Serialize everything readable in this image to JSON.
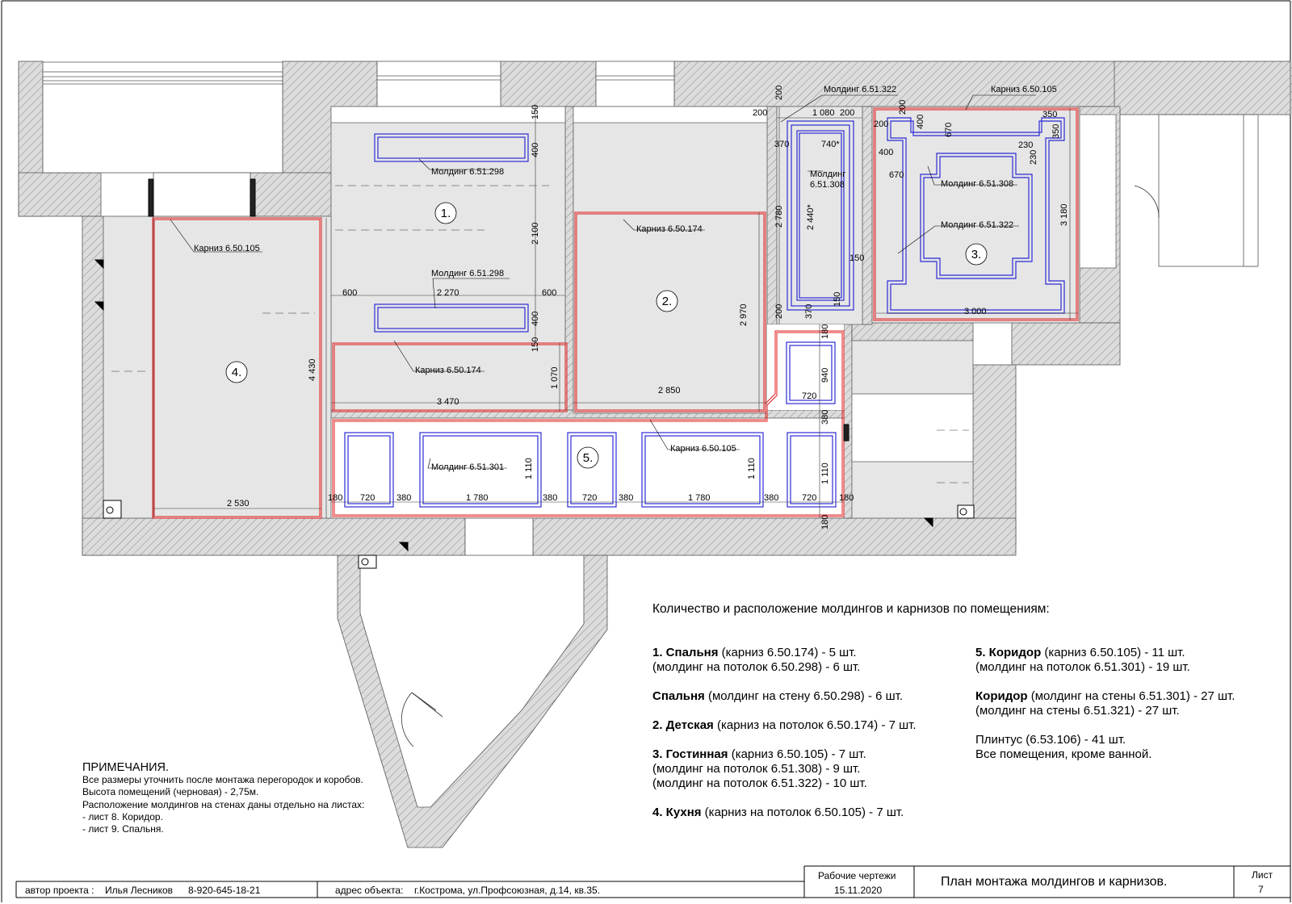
{
  "rooms": [
    {
      "number": "1."
    },
    {
      "number": "2."
    },
    {
      "number": "3."
    },
    {
      "number": "4."
    },
    {
      "number": "5."
    }
  ],
  "profile_labels": {
    "b_top": "Молдинг 6.51.298",
    "b_mid": "Молдинг 6.51.298",
    "b_karniz": "Карниз 6.50.174",
    "d_karniz": "Карниз 6.50.174",
    "k_karniz": "Карниз 6.50.105",
    "c_mold": "Молдинг 6.51.301",
    "c_karniz": "Карниз 6.50.105",
    "bath_top": "Молдинг 6.51.322",
    "bath_mold_1": "Молдинг",
    "bath_mold_2": "6.51.308",
    "l_karniz": "Карниз 6.50.105",
    "l_308": "Молдинг 6.51.308",
    "l_322": "Молдинг 6.51.322"
  },
  "dimensions": {
    "b_150_top": "150",
    "b_400_top": "400",
    "b_2100": "2 100",
    "b_600_l": "600",
    "b_2270": "2 270",
    "b_600_r": "600",
    "b_400_bot": "400",
    "b_150_bot": "150",
    "b_1070": "1 070",
    "b_3470": "3 470",
    "d_2970": "2 970",
    "d_2850": "2 850",
    "k_4430": "4 430",
    "k_2530": "2 530",
    "bath_200_l": "200",
    "bath_1080": "1 080",
    "bath_200_r": "200",
    "bath_200_v": "200",
    "bath_370_l": "370",
    "bath_740": "740*",
    "bath_2780": "2 780",
    "bath_2440": "2 440*",
    "bath_150": "150",
    "bath_200_b": "200",
    "bath_370_b": "370",
    "bath_150_b": "150",
    "l_200_t": "200",
    "l_200_l": "200",
    "l_400_v": "400",
    "l_670_v": "670",
    "l_400_h": "400",
    "l_670_h": "670",
    "l_350_t": "350",
    "l_350_r": "350",
    "l_230_a": "230",
    "l_230_b": "230",
    "l_3180": "3 180",
    "l_3000": "3 000",
    "c_180_top": "180",
    "c_940": "940",
    "c_720_top": "720",
    "c_380_v": "380",
    "c_180_l": "180",
    "c_720_1": "720",
    "c_380_1": "380",
    "c_1780_1": "1 780",
    "c_380_2": "380",
    "c_720_2": "720",
    "c_380_3": "380",
    "c_1780_2": "1 780",
    "c_380_4": "380",
    "c_720_3": "720",
    "c_180_r": "180",
    "c_180_b": "180",
    "c_1110_1": "1 110",
    "c_1110_2": "1 110",
    "c_1110_3": "1 110"
  },
  "legend": {
    "title": "Количество и расположение молдингов и карнизов по помещениям:",
    "left": [
      {
        "lines": [
          {
            "bold": "1. Спальня",
            "rest": " (карниз 6.50.174) - 5 шт."
          },
          {
            "bold": "",
            "rest": "(молдинг на потолок 6.50.298) - 6 шт."
          }
        ]
      },
      {
        "lines": [
          {
            "bold": "Спальня",
            "rest": " (молдинг на стену 6.50.298) - 6 шт."
          }
        ]
      },
      {
        "lines": [
          {
            "bold": "2. Детская",
            "rest": " (карниз на потолок 6.50.174) - 7 шт."
          }
        ]
      },
      {
        "lines": [
          {
            "bold": "3. Гостинная",
            "rest": " (карниз 6.50.105) - 7 шт."
          },
          {
            "bold": "",
            "rest": "(молдинг на потолок 6.51.308) - 9 шт."
          },
          {
            "bold": "",
            "rest": "(молдинг на потолок 6.51.322) - 10 шт."
          }
        ]
      },
      {
        "lines": [
          {
            "bold": "4. Кухня",
            "rest": " (карниз на потолок 6.50.105) - 7 шт."
          }
        ]
      }
    ],
    "right": [
      {
        "lines": [
          {
            "bold": "5. Коридор",
            "rest": " (карниз 6.50.105) - 11 шт."
          },
          {
            "bold": "",
            "rest": "(молдинг на потолок 6.51.301) - 19 шт."
          }
        ]
      },
      {
        "lines": [
          {
            "bold": "Коридор",
            "rest": " (молдинг на стены 6.51.301) - 27 шт."
          },
          {
            "bold": "",
            "rest": "(молдинг на стены 6.51.321) - 27 шт."
          }
        ]
      },
      {
        "lines": [
          {
            "bold": "",
            "rest": "Плинтус (6.53.106) - 41 шт."
          },
          {
            "bold": "",
            "rest": "Все помещения, кроме ванной."
          }
        ]
      }
    ]
  },
  "notes": {
    "title": "ПРИМЕЧАНИЯ.",
    "lines": [
      "Все размеры уточнить после монтажа перегородок и коробов.",
      "Высота помещений (черновая) - 2,75м.",
      "Расположение молдингов на стенах даны отдельно на листах:",
      "- лист 8. Коридор.",
      "- лист 9. Спальня."
    ]
  },
  "title_block": {
    "author_label": "автор проекта :",
    "author_name": "Илья Лесников",
    "author_phone": "8-920-645-18-21",
    "address_label": "адрес объекта:",
    "address_value": "г.Кострома, ул.Профсоюзная, д.14, кв.35.",
    "stage": "Рабочие чертежи",
    "date": "15.11.2020",
    "drawing_title": "План монтажа молдингов и карнизов.",
    "sheet_label": "Лист",
    "sheet_number": "7"
  },
  "colors": {
    "wall_fill": "#dcdcdc",
    "wall_hatch": "#8a8a8a",
    "room_gray": "#e6e6e6",
    "karniz_red": "#e01b1b",
    "molding_blue": "#2b2bd6"
  }
}
